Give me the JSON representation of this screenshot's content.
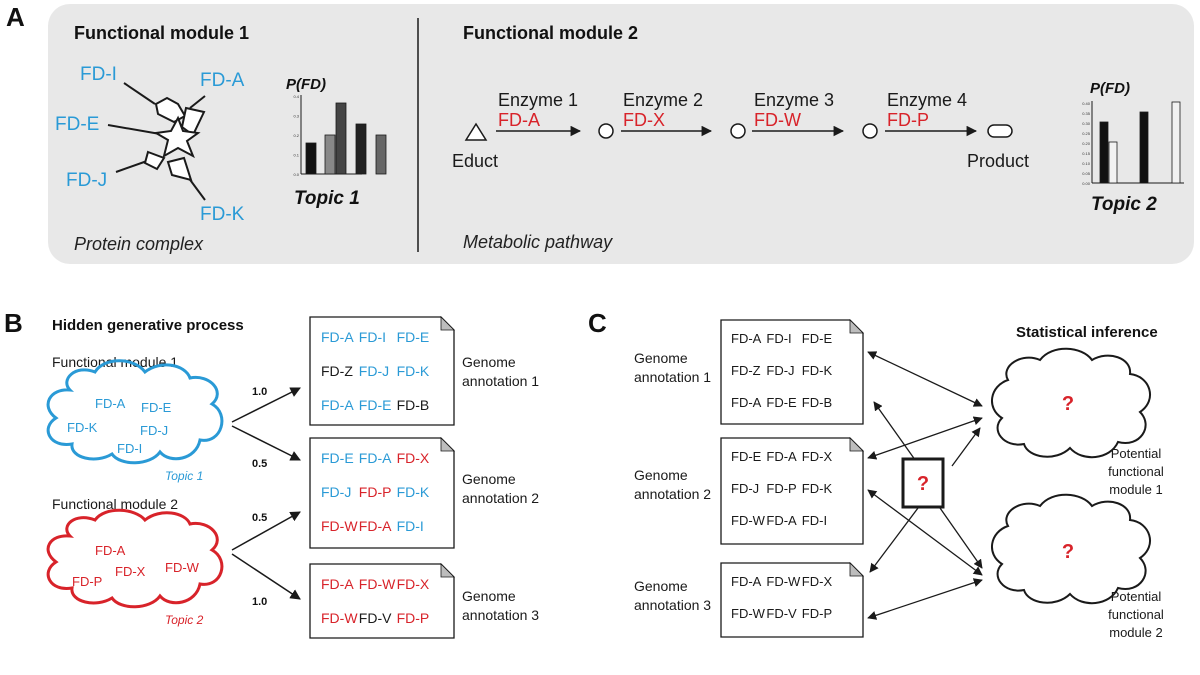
{
  "panel_a": {
    "label": "A",
    "module1": {
      "title": "Functional module 1",
      "fd_labels": [
        "FD-I",
        "FD-A",
        "FD-E",
        "FD-J",
        "FD-K"
      ],
      "caption": "Protein complex",
      "chart_ylabel": "P(FD)",
      "chart_yticks": [
        "0.4",
        "0.3",
        "0.2",
        "0.1",
        "0.0"
      ],
      "topic_label": "Topic 1"
    },
    "module2": {
      "title": "Functional module 2",
      "enzymes": [
        "Enzyme 1",
        "Enzyme 2",
        "Enzyme 3",
        "Enzyme 4"
      ],
      "enzyme_fds": [
        "FD-A",
        "FD-X",
        "FD-W",
        "FD-P"
      ],
      "educt_label": "Educt",
      "product_label": "Product",
      "caption": "Metabolic pathway",
      "chart_ylabel": "P(FD)",
      "chart_yticks": [
        "0.40",
        "0.35",
        "0.30",
        "0.25",
        "0.20",
        "0.15",
        "0.10",
        "0.05",
        "0.00"
      ],
      "topic_label": "Topic 2"
    }
  },
  "panel_b": {
    "label": "B",
    "title": "Hidden generative process",
    "module1_label": "Functional module 1",
    "module1_fds": [
      "FD-A",
      "FD-E",
      "FD-K",
      "FD-J",
      "FD-I"
    ],
    "topic1_label": "Topic 1",
    "module2_label": "Functional module 2",
    "module2_fds": [
      "FD-A",
      "FD-X",
      "FD-W",
      "FD-P"
    ],
    "topic2_label": "Topic 2",
    "weights": [
      "1.0",
      "0.5",
      "0.5",
      "1.0"
    ],
    "docs": [
      {
        "rows": [
          [
            {
              "t": "FD-A",
              "c": "blue"
            },
            {
              "t": "FD-I",
              "c": "blue"
            },
            {
              "t": "FD-E",
              "c": "blue"
            }
          ],
          [
            {
              "t": "FD-Z",
              "c": "black"
            },
            {
              "t": "FD-J",
              "c": "blue"
            },
            {
              "t": "FD-K",
              "c": "blue"
            }
          ],
          [
            {
              "t": "FD-A",
              "c": "blue"
            },
            {
              "t": "FD-E",
              "c": "blue"
            },
            {
              "t": "FD-B",
              "c": "black"
            }
          ]
        ]
      },
      {
        "rows": [
          [
            {
              "t": "FD-E",
              "c": "blue"
            },
            {
              "t": "FD-A",
              "c": "blue"
            },
            {
              "t": "FD-X",
              "c": "red"
            }
          ],
          [
            {
              "t": "FD-J",
              "c": "blue"
            },
            {
              "t": "FD-P",
              "c": "red"
            },
            {
              "t": "FD-K",
              "c": "blue"
            }
          ],
          [
            {
              "t": "FD-W",
              "c": "red"
            },
            {
              "t": "FD-A",
              "c": "red"
            },
            {
              "t": "FD-I",
              "c": "blue"
            }
          ]
        ]
      },
      {
        "rows": [
          [
            {
              "t": "FD-A",
              "c": "red"
            },
            {
              "t": "FD-W",
              "c": "red"
            },
            {
              "t": "FD-X",
              "c": "red"
            }
          ],
          [
            {
              "t": "FD-W",
              "c": "red"
            },
            {
              "t": "FD-V",
              "c": "black"
            },
            {
              "t": "FD-P",
              "c": "red"
            }
          ]
        ]
      }
    ],
    "annotation_labels": [
      [
        "Genome",
        "annotation 1"
      ],
      [
        "Genome",
        "annotation 2"
      ],
      [
        "Genome",
        "annotation 3"
      ]
    ]
  },
  "panel_c": {
    "label": "C",
    "title": "Statistical inference",
    "annotation_labels": [
      [
        "Genome",
        "annotation 1"
      ],
      [
        "Genome",
        "annotation 2"
      ],
      [
        "Genome",
        "annotation 3"
      ]
    ],
    "docs": [
      [
        [
          "FD-A",
          "FD-I",
          "FD-E"
        ],
        [
          "FD-Z",
          "FD-J",
          "FD-K"
        ],
        [
          "FD-A",
          "FD-E",
          "FD-B"
        ]
      ],
      [
        [
          "FD-E",
          "FD-A",
          "FD-X"
        ],
        [
          "FD-J",
          "FD-P",
          "FD-K"
        ],
        [
          "FD-W",
          "FD-A",
          "FD-I"
        ]
      ],
      [
        [
          "FD-A",
          "FD-W",
          "FD-X"
        ],
        [
          "FD-W",
          "FD-V",
          "FD-P"
        ]
      ]
    ],
    "question_mark": "?",
    "potential_1": [
      "Potential",
      "functional",
      "module 1"
    ],
    "potential_2": [
      "Potential",
      "functional",
      "module 2"
    ]
  },
  "colors": {
    "blue": "#2a9ad6",
    "red": "#d8232a",
    "panel_bg": "#e8e8e8",
    "black": "#1a1a1a"
  }
}
